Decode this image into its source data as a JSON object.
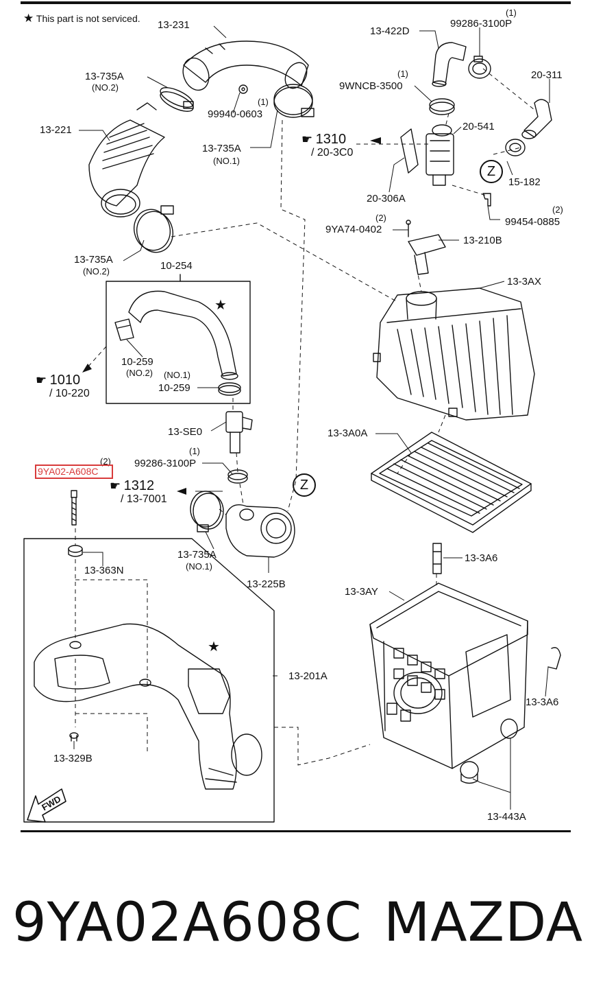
{
  "notice": {
    "star": "★",
    "text": "This part is not serviced."
  },
  "labels": {
    "p13_231": "13-231",
    "p13_422D": "13-422D",
    "p99286_top_qty": "(1)",
    "p99286_top": "99286-3100P",
    "p20_311": "20-311",
    "p9wncb_qty": "(1)",
    "p9wncb": "9WNCB-3500",
    "p13_735A_no2_top": "13-735A",
    "p13_735A_no2_top_sub": "(NO.2)",
    "p99940_qty": "(1)",
    "p99940": "99940-0603",
    "p20_541": "20-541",
    "p13_221": "13-221",
    "p13_735A_no1_top": "13-735A",
    "p13_735A_no1_top_sub": "(NO.1)",
    "p20_306A": "20-306A",
    "p15_182": "15-182",
    "p99454_qty": "(2)",
    "p99454": "99454-0885",
    "p9ya74_qty": "(2)",
    "p9ya74": "9YA74-0402",
    "p13_210B": "13-210B",
    "p13_735A_no2_mid": "13-735A",
    "p13_735A_no2_mid_sub": "(NO.2)",
    "p10_254": "10-254",
    "p13_3AX": "13-3AX",
    "p10_259_no2": "10-259",
    "p10_259_no2_sub": "(NO.2)",
    "p10_259_no1_sub": "(NO.1)",
    "p10_259_no1": "10-259",
    "p13_SE0": "13-SE0",
    "p13_3A0A": "13-3A0A",
    "p99286_mid_qty": "(1)",
    "p99286_mid": "99286-3100P",
    "p9ya02_qty": "(2)",
    "p13_735A_no1_bot": "13-735A",
    "p13_735A_no1_bot_sub": "(NO.1)",
    "p13_3A6_top": "13-3A6",
    "p13_363N": "13-363N",
    "p13_225B": "13-225B",
    "p13_3AY": "13-3AY",
    "p13_201A": "13-201A",
    "p13_3A6_bot": "13-3A6",
    "p13_329B": "13-329B",
    "p13_443A": "13-443A",
    "fwd": "FWD"
  },
  "highlight": {
    "text": "9YA02-A608C",
    "color": "#d83a3a"
  },
  "refs": [
    {
      "num": "1310",
      "sub": "/ 20-3C0"
    },
    {
      "num": "1010",
      "sub": "/ 10-220"
    },
    {
      "num": "1312",
      "sub": "/ 13-7001"
    }
  ],
  "z_marks": [
    "Z",
    "Z"
  ],
  "star_marks": [
    "★",
    "★"
  ],
  "footer": {
    "part_number": "9YA02A608C",
    "brand": "MAZDA"
  }
}
